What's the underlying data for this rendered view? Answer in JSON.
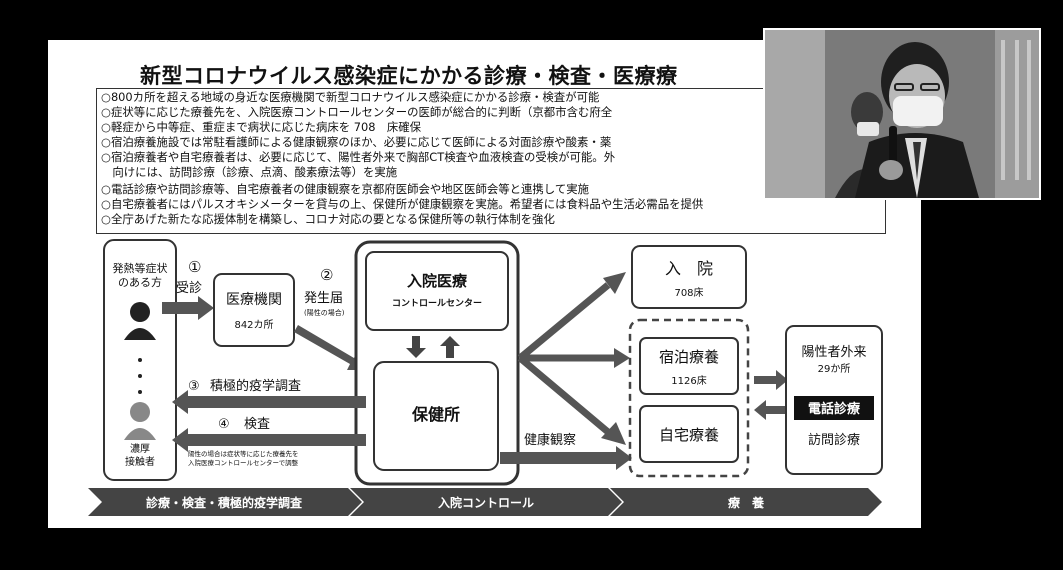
{
  "slide": {
    "title": "新型コロナウイルス感染症にかかる診療・検査・医療療",
    "bullets": [
      "○800カ所を超える地域の身近な医療機関で新型コロナウイルス感染症にかかる診療・検査が可能",
      "○症状等に応じた療養先を、入院医療コントロールセンターの医師が総合的に判断（京都市含む府全",
      "○軽症から中等症、重症まで病状に応じた病床を 708　床確保",
      "○宿泊療養施設では常駐看護師による健康観察のほか、必要に応じて医師による対面診療や酸素・薬",
      "○宿泊療養者や自宅療養者は、必要に応じて、陽性者外来で胸部CT検査や血液検査の受検が可能。外",
      "　向けには、訪問診療（診療、点滴、酸素療法等）を実施",
      "○電話診療や訪問診療等、自宅療養者の健康観察を京都府医師会や地区医師会等と連携して実施",
      "○自宅療養者にはパルスオキシメーターを貸与の上、保健所が健康観察を実施。希望者には食料品や生活必需品を提供",
      "○全庁あげた新たな応援体制を構築し、コロナ対応の要となる保健所等の執行体制を強化"
    ],
    "flow": {
      "patient_label": [
        "発熱等症状",
        "のある方"
      ],
      "contact_label": [
        "濃厚",
        "接触者"
      ],
      "step1_num": "①",
      "step1_label": "受診",
      "clinic_title": "医療機関",
      "clinic_count": "842カ所",
      "step2_num": "②",
      "step2_label": "発生届",
      "step2_note": "(陽性の場合)",
      "center_title": "入院医療",
      "center_sub": "コントロールセンター",
      "hoken_title": "保健所",
      "step3_num": "③",
      "step3_label": "積極的疫学調査",
      "step4_num": "④",
      "step4_label": "検査",
      "note": [
        "陽性の場合は症状等に応じた療養先を",
        "入院医療コントロールセンターで調整"
      ],
      "hospital_title": "入　院",
      "hospital_beds": "708床",
      "hotel_title": "宿泊療養",
      "hotel_beds": "1126床",
      "home_title": "自宅療養",
      "health_watch": "健康観察",
      "outpatient_title": "陽性者外来",
      "outpatient_count": "29か所",
      "phone_care": "電話診療",
      "visit_care": "訪問診療",
      "stages": [
        "診療・検査・積極的疫学調査",
        "入院コントロール",
        "療　養"
      ]
    }
  },
  "video": {
    "label": "presenter"
  }
}
